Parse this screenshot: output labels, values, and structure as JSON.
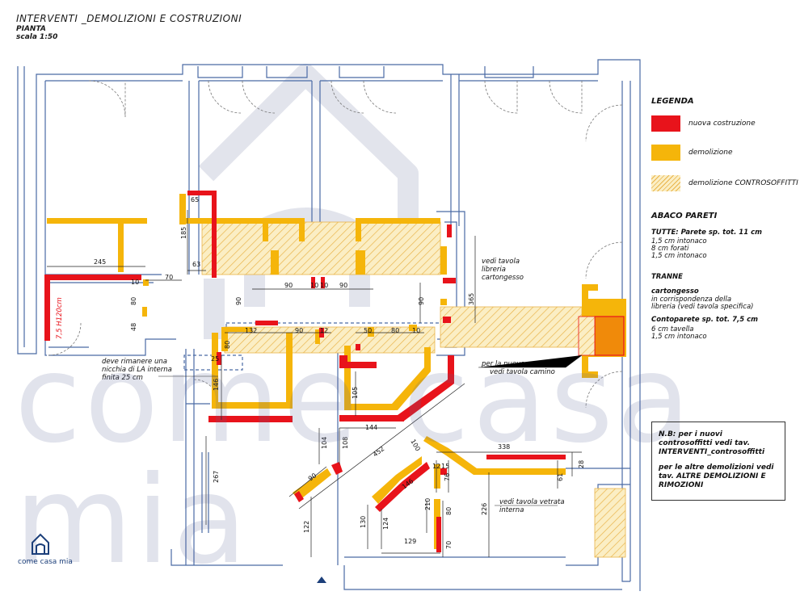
{
  "header": {
    "title": "INTERVENTI _DEMOLIZIONI E COSTRUZIONI",
    "subtitle": "PIANTA",
    "scale": "scala 1:50"
  },
  "legend": {
    "title": "LEGENDA",
    "items": [
      {
        "label": "nuova costruzione",
        "color": "#e8131b"
      },
      {
        "label": "demolizione",
        "color": "#f5b50a"
      },
      {
        "label": "demolizione CONTROSOFFITTI",
        "color": "#f7d98a"
      }
    ]
  },
  "abaco": {
    "title": "ABACO PARETI",
    "tutte_title": "TUTTE: Parete sp. tot. 11 cm",
    "tutte_lines": [
      "1,5 cm intonaco",
      "8 cm forati",
      "1,5 cm intonaco"
    ],
    "tranne": "TRANNE",
    "cartongesso_title": "cartongesso",
    "cartongesso_lines": [
      "in corrispondenza della",
      "libreria (vedi tavola specifica)"
    ],
    "controparete_title": "Contoparete sp. tot. 7,5 cm",
    "controparete_lines": [
      "6 cm tavella",
      "1,5 cm intonaco"
    ]
  },
  "nb_box": {
    "line1": "N.B: per i nuovi",
    "line2": "controsoffitti vedi tav.",
    "line3": "INTERVENTI_controsoffitti",
    "line4": "per le altre demolizioni vedi",
    "line5": "tav. ALTRE DEMOLIZIONI E",
    "line6": "RIMOZIONI"
  },
  "notes": {
    "libreria_1": "vedi tavola",
    "libreria_2": "libreria",
    "libreria_3": "cartongesso",
    "nicchia_1": "deve rimanere una",
    "nicchia_2": "nicchia di LA interna",
    "nicchia_3": "finita 25 cm",
    "camino_1": "per la nuova costruzione",
    "camino_2": "vedi tavola camino",
    "vetrata_1": "vedi tavola vetrata",
    "vetrata_2": "interna",
    "h120": "7,5 H120cm"
  },
  "dimensions": {
    "d245": "245",
    "d70": "70",
    "d10a": "10",
    "d80a": "80",
    "d48": "48",
    "d65": "65",
    "d185": "185",
    "d63": "63",
    "d90a": "90",
    "d10b": "10",
    "d10c": "10",
    "d90b": "90",
    "d90v": "90",
    "d90w": "90",
    "d365": "365",
    "d132": "132",
    "d90c": "90",
    "d12": "12",
    "d50": "50",
    "d80b": "80",
    "d10d": "10",
    "d25": "25",
    "d80c": "80",
    "d146": "146",
    "d105": "105",
    "d144": "144",
    "d104": "104",
    "d108": "108",
    "d452": "452",
    "d100": "100",
    "d338": "338",
    "d12b": "12",
    "d15": "15",
    "d76": "76",
    "d61": "61",
    "d28": "28",
    "d90d": "90",
    "d267": "267",
    "d122": "122",
    "d130": "130",
    "d124": "124",
    "d146b": "146",
    "d210": "210",
    "d80d": "80",
    "d226": "226",
    "d129": "129",
    "d70b": "70"
  },
  "watermark": {
    "text": "come casa mia",
    "logo_text": "come casa mia"
  }
}
